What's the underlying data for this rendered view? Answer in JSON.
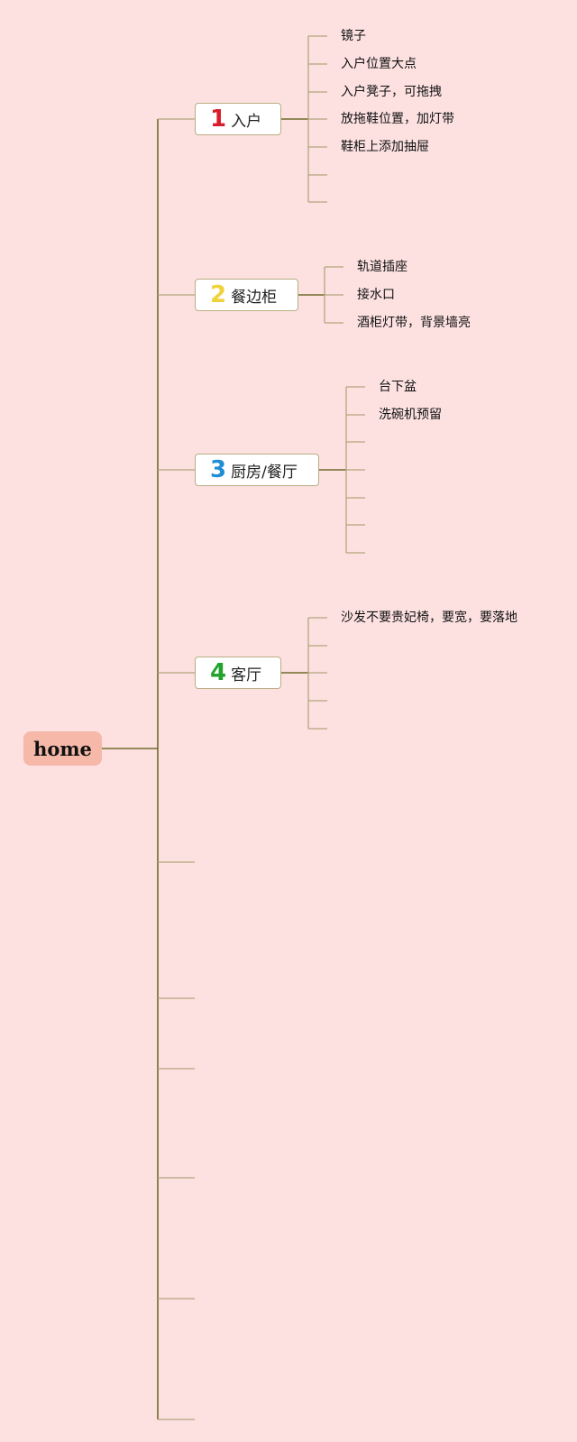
{
  "root": {
    "label": "home"
  },
  "topics": [
    {
      "number": "1",
      "number_color": "#d81e2c",
      "label": "入户",
      "items": [
        "镜子",
        "入户位置大点",
        "入户凳子，可拖拽",
        "放拖鞋位置，加灯带",
        "鞋柜上添加抽屉"
      ]
    },
    {
      "number": "2",
      "number_color": "#f0d23a",
      "label": "餐边柜",
      "items": [
        "轨道插座",
        "接水口",
        "酒柜灯带，背景墙亮"
      ]
    },
    {
      "number": "3",
      "number_color": "#1e8fd6",
      "label": "厨房/餐厅",
      "items": [
        "台下盆",
        "洗碗机预留"
      ]
    },
    {
      "number": "4",
      "number_color": "#22a32c",
      "label": "客厅",
      "items": [
        "沙发不要贵妃椅，要宽，要落地"
      ]
    }
  ],
  "colors": {
    "background": "#fde1e1",
    "root_fill": "#f6b8a8",
    "connector_dark": "#6f6b2a",
    "connector_light": "#b4a57e"
  }
}
